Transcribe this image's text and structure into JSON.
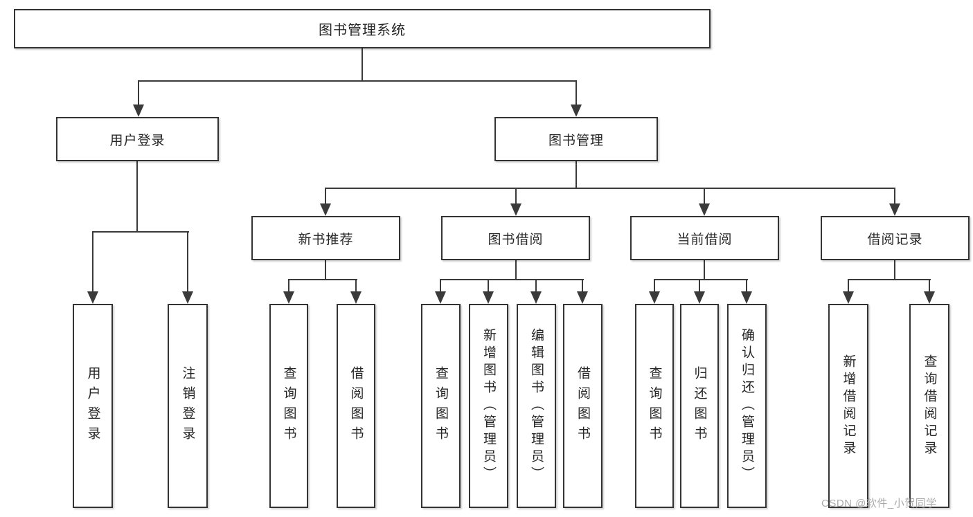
{
  "diagram": {
    "root": {
      "label": "图书管理系统"
    },
    "level2": [
      {
        "label": "用户登录"
      },
      {
        "label": "图书管理"
      }
    ],
    "level3": [
      {
        "label": "新书推荐"
      },
      {
        "label": "图书借阅"
      },
      {
        "label": "当前借阅"
      },
      {
        "label": "借阅记录"
      }
    ],
    "leaves": {
      "user_login": [
        {
          "label": "用户登录"
        },
        {
          "label": "注销登录"
        }
      ],
      "new_book": [
        {
          "label": "查询图书"
        },
        {
          "label": "借阅图书"
        }
      ],
      "book_borrow": [
        {
          "label": "查询图书"
        },
        {
          "label": "新增图书（管理员）"
        },
        {
          "label": "编辑图书（管理员）"
        },
        {
          "label": "借阅图书"
        }
      ],
      "current_borrow": [
        {
          "label": "查询图书"
        },
        {
          "label": "归还图书"
        },
        {
          "label": "确认归还（管理员）"
        }
      ],
      "borrow_record": [
        {
          "label": "新增借阅记录"
        },
        {
          "label": "查询借阅记录"
        }
      ]
    }
  },
  "watermark": {
    "text": "CSDN @软件_小贺同学"
  },
  "colors": {
    "line": "#3a3a3a",
    "box_border": "#333333",
    "box_fill": "#ffffff",
    "text": "#262626",
    "watermark": "#a5a5a5",
    "background": "#ffffff"
  }
}
